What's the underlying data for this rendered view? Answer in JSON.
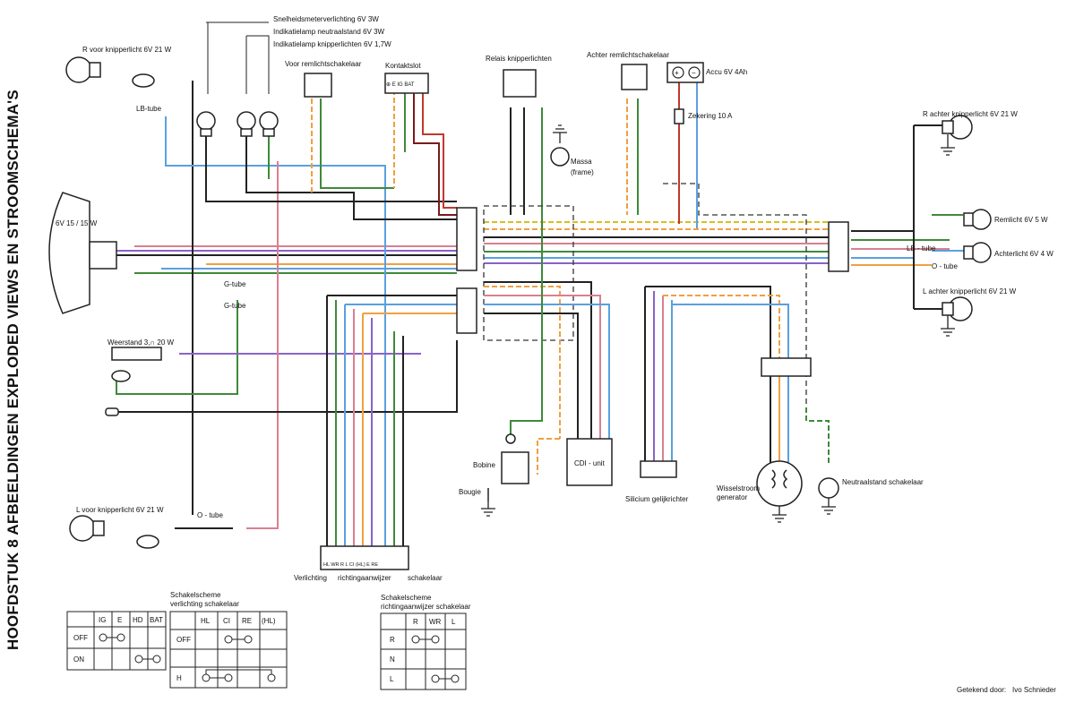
{
  "side_title": "HOOFDSTUK 8 AFBEELDINGEN EXPLODED VIEWS EN STROOMSCHEMA'S",
  "labels": {
    "r_front_blinker": "R voor knipperlicht 6V 21 W",
    "l_front_blinker": "L voor knipperlicht 6V 21 W",
    "headlight": "6V 15 / 15 W",
    "lb_tube": "LB-tube",
    "g_tube_1": "G-tube",
    "g_tube_2": "G-tube",
    "o_tube_front": "O - tube",
    "resistor": "Weerstand 3,∩ 20 W",
    "speedo_light": "Snelheidsmeterverlichting 6V 3W",
    "neutral_lamp": "Indikatielamp neutraalstand 6V 3W",
    "blinker_lamp": "Indikatielamp knipperlichten 6V 1,7W",
    "front_brake_switch": "Voor remlichtschakelaar",
    "ignition_switch": "Kontaktslot",
    "ignition_pins": "⊕ E IG BAT",
    "blinker_relay": "Relais knipperlichten",
    "mass": "Massa",
    "mass_frame": "(frame)",
    "rear_brake_switch": "Achter remlichtschakelaar",
    "battery": "Accu 6V 4Ah",
    "fuse": "Zekering 10 A",
    "r_rear_blinker": "R achter knipperlicht 6V 21 W",
    "brake_light": "Remlicht 6V 5 W",
    "tail_light": "Achterlicht 6V 4 W",
    "l_rear_blinker": "L achter knipperlicht 6V 21 W",
    "lb_tube_rear": "LB - tube",
    "o_tube_rear": "O - tube",
    "ignition_coil": "Bobine",
    "spark_plug": "Bougie",
    "cdi": "CDI - unit",
    "rectifier": "Silicium gelijkrichter",
    "alternator_1": "Wisselstroom",
    "alternator_2": "generator",
    "neutral_switch": "Neutraalstand schakelaar",
    "switch_pins": "HL WR R L CI (HL) E RE",
    "switch_caption_1": "Verlichting",
    "switch_caption_2": "richtingaanwijzer",
    "switch_caption_3": "schakelaar",
    "drawn_by_label": "Getekend door:",
    "drawn_by_name": "Ivo Schnieder"
  },
  "tables": {
    "ignition": {
      "headers": [
        "",
        "IG",
        "E",
        "HD",
        "BAT"
      ],
      "rows": [
        "OFF",
        "ON"
      ]
    },
    "lighting": {
      "title1": "Schakelscheme",
      "title2": "verlichting schakelaar",
      "headers": [
        "",
        "HL",
        "CI",
        "RE",
        "(HL)"
      ],
      "rows": [
        "OFF",
        "",
        "H"
      ]
    },
    "direction": {
      "title1": "Schakelscheme",
      "title2": "richtingaanwijzer schakelaar",
      "headers": [
        "",
        "R",
        "WR",
        "L"
      ],
      "rows": [
        "R",
        "N",
        "L"
      ]
    }
  },
  "colors": {
    "black": "#222222",
    "blue": "#5aa0e0",
    "green": "#3f8a3a",
    "red": "#c0392b",
    "orange": "#f0a040",
    "purple": "#8a62c8",
    "pink": "#d88090",
    "brown": "#8a5a2a",
    "darkred": "#7a1a1a",
    "yellow": "#d6c020",
    "grey": "#888888",
    "dashed": "#333333"
  },
  "icons": {
    "bulb": "bulb-icon",
    "ground": "ground-icon",
    "connector": "connector-icon",
    "fuse": "fuse-icon",
    "battery": "battery-icon",
    "coil": "coil-icon",
    "generator": "generator-icon"
  }
}
